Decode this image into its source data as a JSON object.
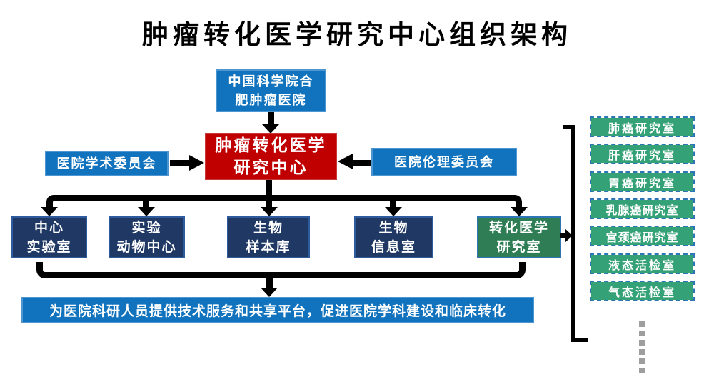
{
  "title": "肿瘤转化医学研究中心组织架构",
  "colors": {
    "blue": "#1173BD",
    "red": "#C00000",
    "navy": "#1F3864",
    "green_dark": "#2E7D54",
    "green": "#34A276",
    "dash_border": "#2E75B6",
    "connector": "#000000",
    "dots": "#9E9E9E"
  },
  "org": {
    "hospital": {
      "line1": "中国科学院合",
      "line2": "肥肿瘤医院"
    },
    "center": {
      "line1": "肿瘤转化医学",
      "line2": "研究中心"
    },
    "academic_committee": "医院学术委员会",
    "ethics_committee": "医院伦理委员会",
    "departments": [
      {
        "line1": "中心",
        "line2": "实验室"
      },
      {
        "line1": "实验",
        "line2": "动物中心"
      },
      {
        "line1": "生物",
        "line2": "样本库"
      },
      {
        "line1": "生物",
        "line2": "信息室"
      },
      {
        "line1": "转化医学",
        "line2": "研究室"
      }
    ],
    "research_rooms": [
      "肺癌研究室",
      "肝癌研究室",
      "胃癌研究室",
      "乳腺癌研究室",
      "宫颈癌研究室",
      "液态活检室",
      "气态活检室"
    ],
    "mission": "为医院科研人员提供技术服务和共享平台，促进医院学科建设和临床转化"
  }
}
